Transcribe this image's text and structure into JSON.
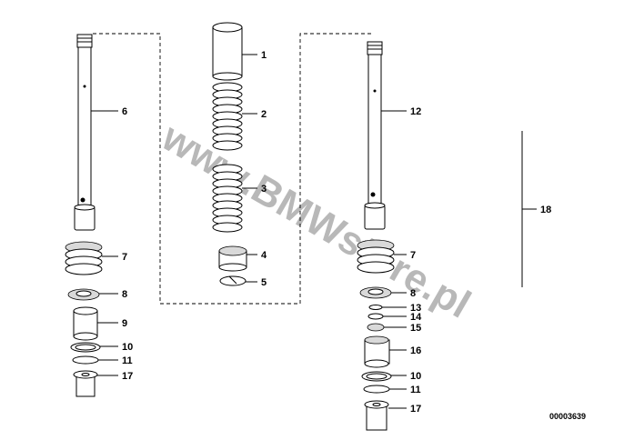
{
  "callouts": {
    "n1": "1",
    "n2": "2",
    "n3": "3",
    "n4": "4",
    "n5": "5",
    "n6": "6",
    "n7a": "7",
    "n8a": "8",
    "n9": "9",
    "n10a": "10",
    "n11a": "11",
    "n17a": "17",
    "n12": "12",
    "n7b": "7",
    "n8b": "8",
    "n13": "13",
    "n14": "14",
    "n15": "15",
    "n16": "16",
    "n10b": "10",
    "n11b": "11",
    "n17b": "17",
    "n18": "18"
  },
  "reference_number": "00003639",
  "watermark": "www.BMWstore.pl",
  "colors": {
    "ink": "#000000",
    "shading": "#d9d9d9",
    "watermark": "#999999"
  }
}
